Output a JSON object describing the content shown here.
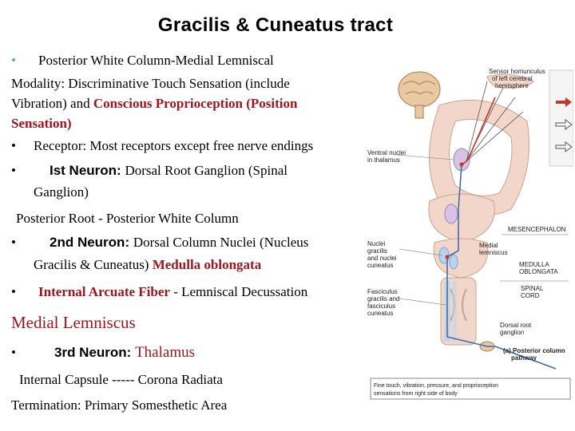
{
  "title": "Gracilis & Cuneatus tract",
  "bullet_char": "•",
  "lines": {
    "l1": "Posterior White Column-Medial Lemniscal",
    "l2": "Modality:  Discriminative Touch Sensation (include",
    "l3a": "Vibration) and ",
    "l3b": "Conscious Proprioception (Position",
    "l4": "Sensation)",
    "l5": "Receptor: Most receptors except  free nerve endings",
    "l6a": "Ist  Neuron: ",
    "l6b": "Dorsal Root Ganglion (Spinal",
    "l7": "Ganglion)",
    "l8": "Posterior Root - Posterior White Column",
    "l9a": "2nd Neuron: ",
    "l9b": "Dorsal Column Nuclei (Nucleus",
    "l10a": "Gracilis & Cuneatus) ",
    "l10b": "Medulla oblongata",
    "l11a": "Internal Arcuate Fiber",
    "l11b": " - Lemniscal Decussation",
    "l12": "Medial Lemniscus",
    "l13a": "3rd  Neuron: ",
    "l13b": "Thalamus",
    "l14": "Internal Capsule ----- Corona Radiata",
    "l15": "Termination: Primary Somesthetic Area"
  },
  "figure": {
    "sensory_homunculus": "Sensor homunculus",
    "of_left_cerebral": "of left cerebral",
    "hemisphere": "hemisphere",
    "ventral_nuclei": "Ventral nuclei",
    "in_thalamus": "in thalamus",
    "mesencephalon": "MESENCEPHALON",
    "medial": "Medial",
    "lemniscus": "lemniscus",
    "nuclei": "Nuclei",
    "gracilis": "gracilis",
    "and_nuclei": "and nuclei",
    "cuneatus": "cuneatus",
    "medulla": "MEDULLA",
    "oblongata": "OBLONGATA",
    "fasciculus": "Fasciculus",
    "gracilis_and": "gracilis and",
    "fasciculus2": "fasciculus",
    "cuneatus2": "cuneatus",
    "spinal": "SPINAL",
    "cord": "CORD",
    "dorsal_root": "Dorsal root",
    "ganglion": "ganglion",
    "caption_a": "(a) Posterior column",
    "caption_b": "pathway",
    "note1": "Fine touch, vibration, pressure, and proprioception",
    "note2": "sensations from right side of body",
    "colors": {
      "pathway_red": "#c0392b",
      "pathway_blue": "#3a6fb0",
      "tissue_pink": "#f2d6c9",
      "brain_tan": "#e9c9a2"
    }
  }
}
